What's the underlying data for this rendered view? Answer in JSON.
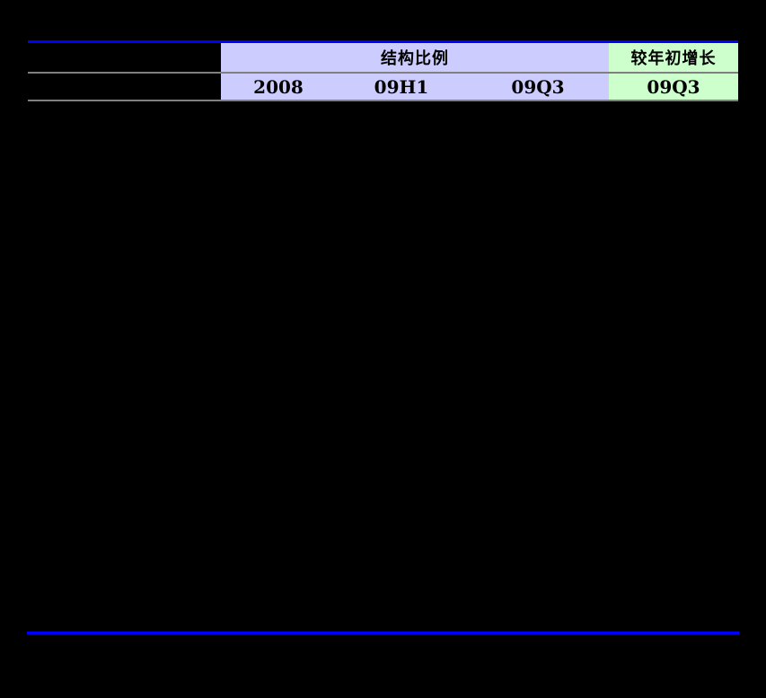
{
  "page": {
    "background_color": "#000000",
    "rule_color": "#0000FF"
  },
  "table": {
    "group_headers": {
      "structure": "结构比例",
      "growth": "较年初增长"
    },
    "period_columns": [
      "2008",
      "09H1",
      "09Q3"
    ],
    "growth_period_column": "09Q3",
    "colors": {
      "structure_header_bg": "#CCCCFF",
      "growth_header_bg": "#CCFFCC",
      "separator_gray": "#808080",
      "header_text": "#000000"
    }
  }
}
